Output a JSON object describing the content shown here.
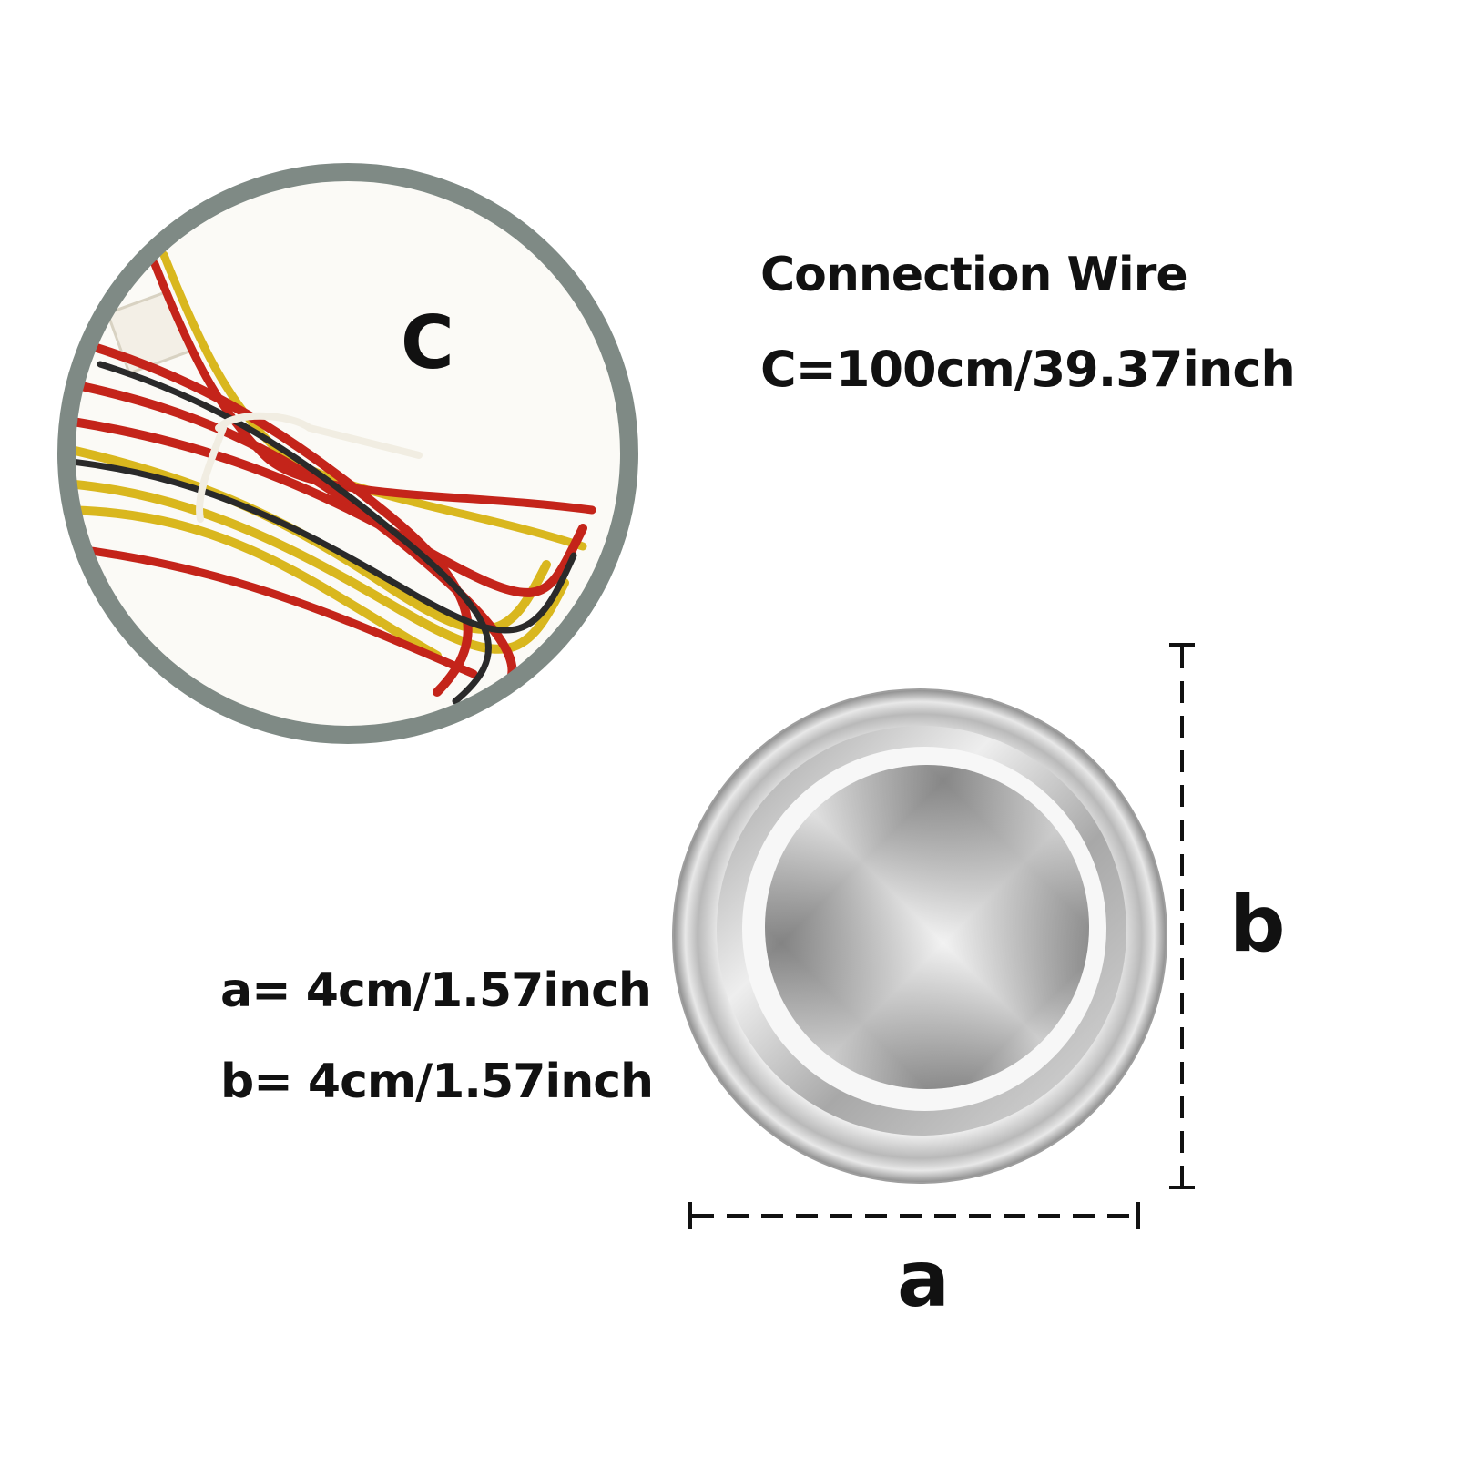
{
  "wire": {
    "title": "Connection Wire",
    "length": "C=100cm/39.37inch",
    "photo_label": "C"
  },
  "dimensions": {
    "a_text": "a= 4cm/1.57inch",
    "b_text": "b= 4cm/1.57inch",
    "a_label": "a",
    "b_label": "b"
  },
  "colors": {
    "frame_ring": "#7f8a85",
    "wire_red": "#c4241a",
    "wire_yellow": "#d9b71e",
    "wire_black": "#2a2a2a",
    "text": "#111111"
  }
}
